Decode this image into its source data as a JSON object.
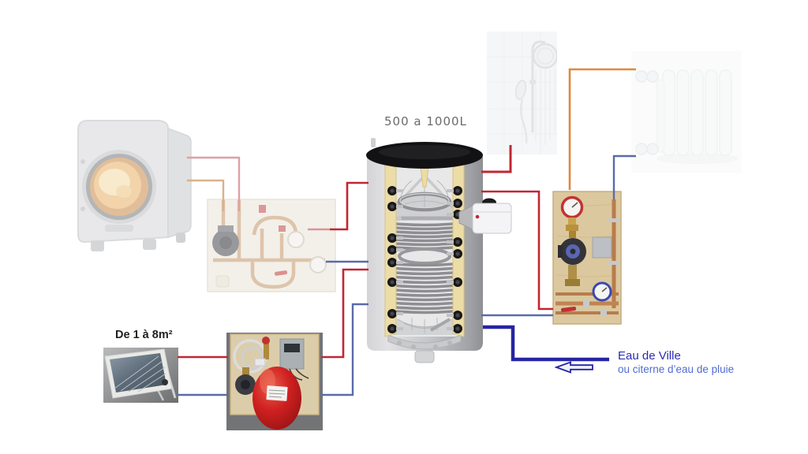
{
  "labels": {
    "tank_capacity": "500 a 1000L",
    "solar_area": "De 1 à 8m²",
    "mains_water": "Eau de Ville",
    "mains_water_alt": "ou citerne d’eau de pluie"
  },
  "colors": {
    "hot_pipe": "#c22633",
    "cold_pipe": "#5b6aaa",
    "mains_pipe": "#2524a4",
    "radiator_flow_pipe": "#e0883c",
    "stove_flow_faded": "#dfa0a2",
    "stove_return_faded": "#d9b28b",
    "mains_text": "#2b2bb4",
    "mains_alt_text": "#4f6bd0"
  },
  "components": [
    "wood-stove",
    "boiler-loading-station",
    "buffer-tank",
    "shower",
    "radiator",
    "heating-pump-group",
    "solar-collector",
    "solar-pump-station",
    "mains-water-inlet"
  ]
}
